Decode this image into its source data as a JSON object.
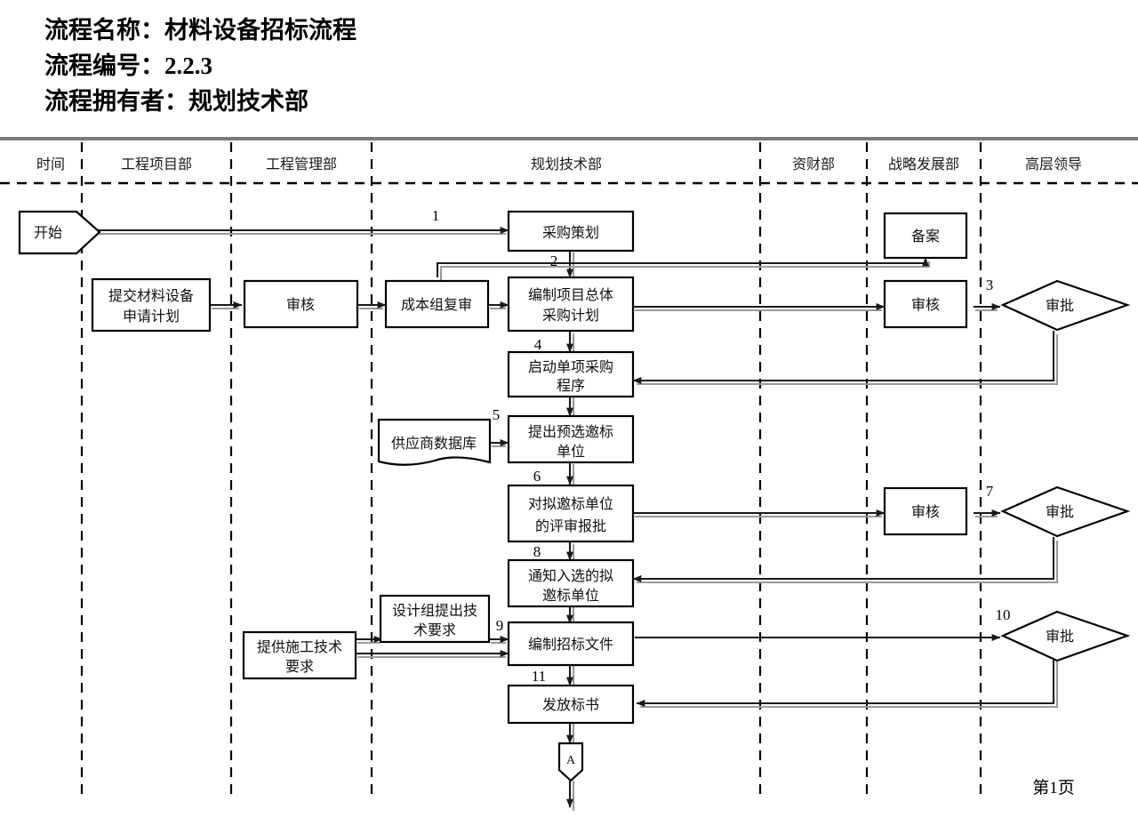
{
  "header": {
    "line1": "流程名称：材料设备招标流程",
    "line2": "流程编号：2.2.3",
    "line3": "流程拥有者：规划技术部"
  },
  "lanes": [
    {
      "id": "time",
      "label": "时间"
    },
    {
      "id": "project",
      "label": "工程项目部"
    },
    {
      "id": "engmgmt",
      "label": "工程管理部"
    },
    {
      "id": "planning",
      "label": "规划技术部"
    },
    {
      "id": "finance",
      "label": "资财部"
    },
    {
      "id": "strategy",
      "label": "战略发展部"
    },
    {
      "id": "exec",
      "label": "高层领导"
    }
  ],
  "nodes": {
    "start": "开始",
    "purchase_plan": "采购策划",
    "record_file": "备案",
    "submit_request": "提交材料设备\n申请计划",
    "review1": "审核",
    "cost_review": "成本组复审",
    "overall_plan": "编制项目总体\n采购计划",
    "review2": "审核",
    "approve1": "审批",
    "start_single": "启动单项采购\n程序",
    "supplier_db": "供应商数据库",
    "preselect": "提出预选邀标\n单位",
    "eval_report": "对拟邀标单位\n的评审报批",
    "review3": "审核",
    "approve2": "审批",
    "notify_selected": "通知入选的拟\n邀标单位",
    "provide_tech": "提供施工技术\n要求",
    "design_tech": "设计组提出技\n术要求",
    "prepare_docs": "编制招标文件",
    "approve3": "审批",
    "issue_docs": "发放标书",
    "connector_a": "A"
  },
  "step_numbers": [
    "1",
    "2",
    "3",
    "4",
    "5",
    "6",
    "7",
    "8",
    "9",
    "10",
    "11"
  ],
  "footer": {
    "page_label": "第1页"
  },
  "colors": {
    "stroke": "#000000",
    "shadow": "#9a9a9a",
    "header_rule": "#7a7a7a",
    "background": "#ffffff"
  }
}
